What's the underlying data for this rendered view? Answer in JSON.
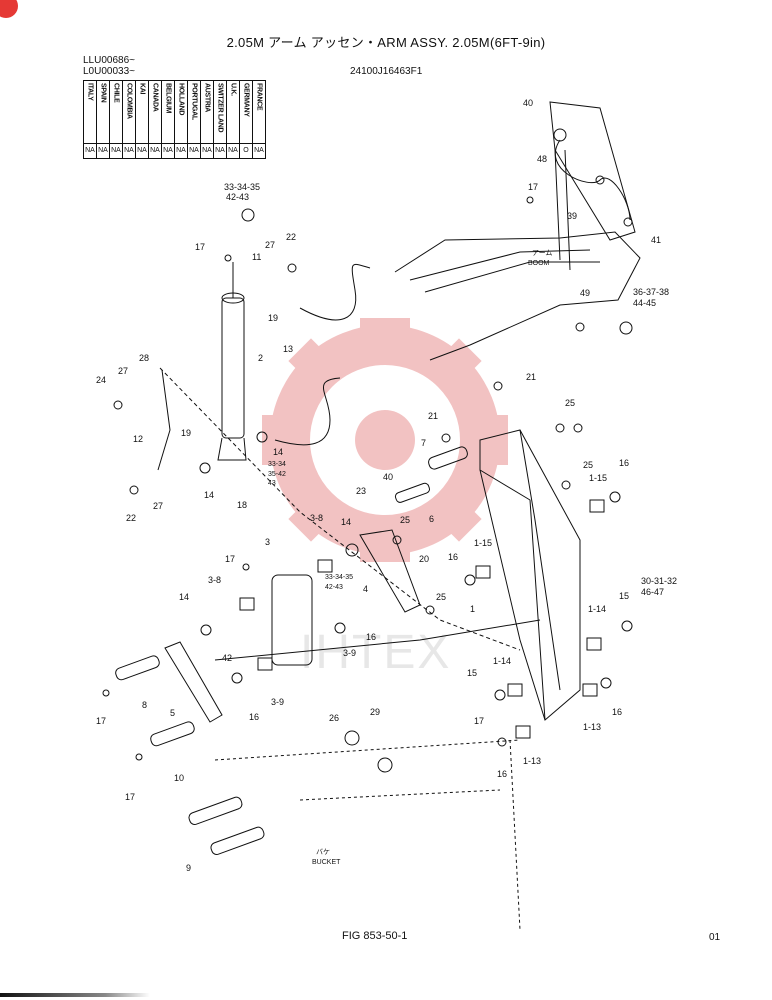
{
  "header": {
    "title": "2.05M アーム アッセン・ARM ASSY. 2.05M(6FT-9in)",
    "serial_1": "LLU00686~",
    "serial_2": "L0U00033~",
    "part_code": "24100J16463F1"
  },
  "country_table": {
    "countries": [
      "ITALY",
      "SPAIN",
      "CHILE",
      "COLOMBIA",
      "KAI",
      "CANADA",
      "BELGIUM",
      "HOLLAND",
      "PORTUGAL",
      "AUSTRIA",
      "SWITZER LAND",
      "U.K.",
      "GERMANY",
      "FRANCE"
    ],
    "values": [
      "NA",
      "NA",
      "NA",
      "NA",
      "NA",
      "NA",
      "NA",
      "NA",
      "NA",
      "NA",
      "NA",
      "NA",
      "O",
      "NA"
    ]
  },
  "diagram": {
    "watermark": "IHTEX",
    "boom_label_jp": "アーム",
    "boom_label": "BOOM",
    "bucket_label_jp": "バケ",
    "bucket_label": "BUCKET",
    "labels": {
      "l40a": "40",
      "l48": "48",
      "l17a": "17",
      "l39": "39",
      "l41": "41",
      "l49": "49",
      "l36": "36-37-38",
      "l44": "44-45",
      "l33a": "33-34-35",
      "l42a": "42-43",
      "l17b": "17",
      "l27a": "27",
      "l22a": "22",
      "l11": "11",
      "l19a": "19",
      "l13": "13",
      "l2": "2",
      "l28": "28",
      "l27b": "27",
      "l24": "24",
      "l12": "12",
      "l19b": "19",
      "l14a": "14",
      "l14b": "14",
      "l33b": "33-34",
      "l35b": "35-42",
      "l43b": "43",
      "l18": "18",
      "l22b": "22",
      "l27c": "27",
      "l21a": "21",
      "l25a": "25",
      "l21b": "21",
      "l7": "7",
      "l25b": "25",
      "l16a": "16",
      "l115a": "1-15",
      "l40b": "40",
      "l23": "23",
      "l6": "6",
      "l25c": "25",
      "l38a": "3-8",
      "l14c": "14",
      "l33c": "33-34-35",
      "l42c": "42-43",
      "l4": "4",
      "l20": "20",
      "l16b": "16",
      "l115b": "1-15",
      "l3": "3",
      "l17c": "17",
      "l38b": "3-8",
      "l14d": "14",
      "l25d": "25",
      "l16c": "16",
      "l1": "1",
      "l3032": "30-31-32",
      "l4647": "46-47",
      "l15a": "15",
      "l114a": "1-14",
      "l42d": "42",
      "l16d": "16",
      "l39b": "3-9",
      "l39c": "3-9",
      "l8": "8",
      "l5": "5",
      "l17d": "17",
      "l114b": "1-14",
      "l15b": "15",
      "l16e": "16",
      "l113a": "1-13",
      "l17e": "17",
      "l26": "26",
      "l29": "29",
      "l113b": "1-13",
      "l16f": "16",
      "l10": "10",
      "l17f": "17",
      "l9": "9"
    }
  },
  "footer": {
    "figure": "FIG 853-50-1",
    "page_code": "01"
  },
  "colors": {
    "ink": "#111111",
    "watermark_red": "#f2c2c2",
    "watermark_gray": "#e7e7e7",
    "badge_red": "#e53935"
  }
}
